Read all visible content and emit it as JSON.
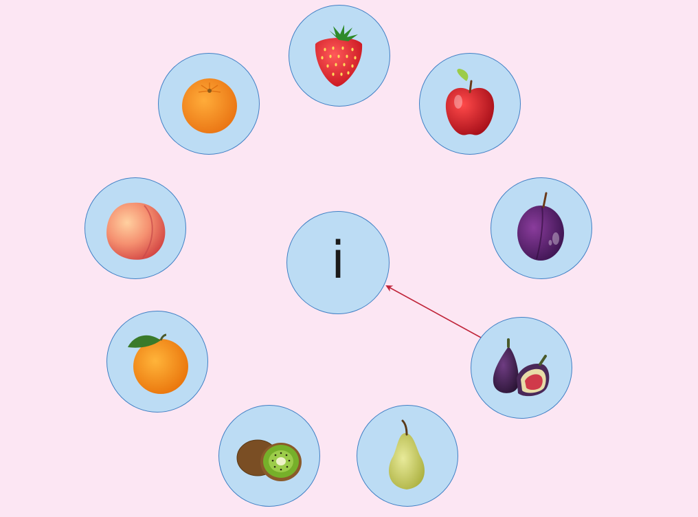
{
  "center": {
    "letter": "i"
  },
  "fruits": [
    {
      "name": "strawberry"
    },
    {
      "name": "apple"
    },
    {
      "name": "plum"
    },
    {
      "name": "fig"
    },
    {
      "name": "pear"
    },
    {
      "name": "kiwi"
    },
    {
      "name": "orange"
    },
    {
      "name": "peach"
    },
    {
      "name": "tangerine"
    }
  ],
  "arrow": {
    "from": "fig",
    "to": "center",
    "color": "#c0253a"
  },
  "colors": {
    "background": "#fce6f3",
    "circle_fill": "#bcdcf4",
    "circle_border": "#3f7fc4"
  }
}
